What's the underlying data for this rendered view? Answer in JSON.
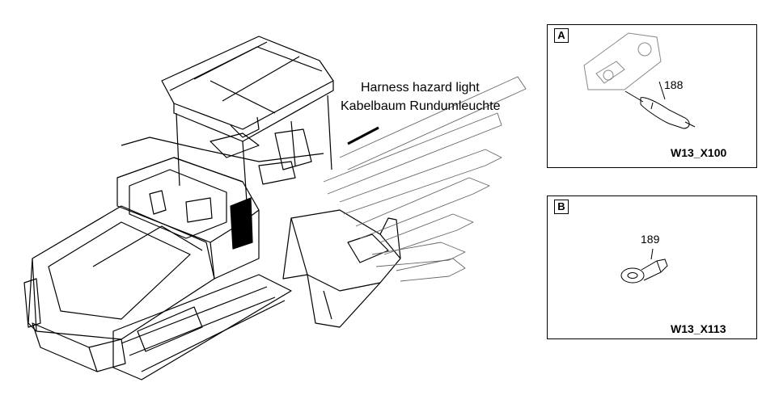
{
  "harness_label": {
    "line1": "Harness hazard light",
    "line2": "Kabelbaum Rundumleuchte"
  },
  "detail_a": {
    "letter": "A",
    "part_number": "188",
    "connector_code": "W13_X100",
    "icon": "wire-pin-connector-icon"
  },
  "detail_b": {
    "letter": "B",
    "part_number": "189",
    "connector_code": "W13_X113",
    "icon": "ring-terminal-icon"
  }
}
